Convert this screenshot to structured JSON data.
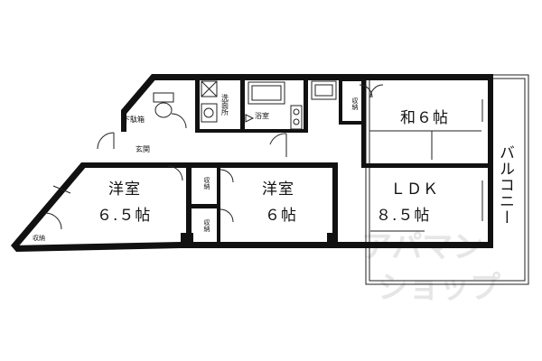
{
  "rooms": {
    "washitsu": "和６帖",
    "ldk_name": "ＬＤＫ",
    "ldk_size": "８.５帖",
    "yoshitsu_a_name": "洋室",
    "yoshitsu_a_size": "６.５帖",
    "yoshitsu_b_name": "洋室",
    "yoshitsu_b_size": "６帖",
    "balcony": "バルコニー",
    "genkan": "玄関",
    "yokushitsu": "浴室",
    "senmenjo": "洗面所",
    "shitabako": "下駄箱"
  },
  "storage": {
    "washitsu_closet": "収納",
    "center_closet_upper": "収納",
    "center_closet_lower": "収納",
    "bottom_left_closet": "収納"
  },
  "watermark": {
    "line1": "アパマン",
    "line2": "ショップ"
  }
}
